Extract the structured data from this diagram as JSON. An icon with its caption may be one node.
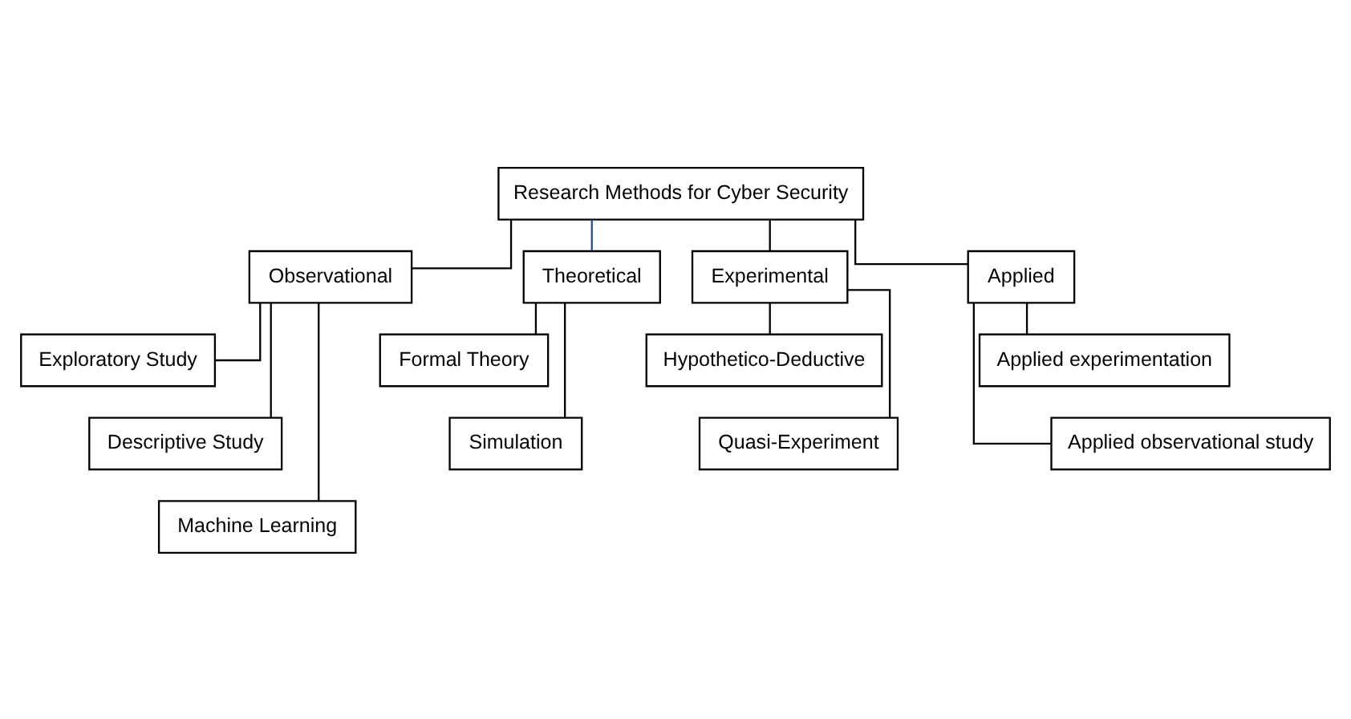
{
  "diagram": {
    "nodes": [
      {
        "text": [
          "Research Methods for Cyber Security"
        ]
      },
      {
        "text": [
          "Observational"
        ]
      },
      {
        "text": [
          "Theoretical"
        ]
      },
      {
        "text": [
          "Experimental"
        ]
      },
      {
        "text": [
          "Applied"
        ]
      },
      {
        "text": [
          "Exploratory Study"
        ]
      },
      {
        "text": [
          "Formal Theory"
        ]
      },
      {
        "text": [
          "Hypothetico-Deductive"
        ]
      },
      {
        "text": [
          "Applied experimentation"
        ]
      },
      {
        "text": [
          "Descriptive Study"
        ]
      },
      {
        "text": [
          "Simulation"
        ]
      },
      {
        "text": [
          "Quasi-Experiment"
        ]
      },
      {
        "text": [
          "Applied observational study"
        ]
      },
      {
        "text": [
          "Machine Learning"
        ]
      }
    ],
    "edges": [
      {
        "from": 0,
        "to": 1,
        "arrow": "none"
      },
      {
        "from": 0,
        "to": 2,
        "arrow": "none",
        "color": "#2f4f8f"
      },
      {
        "from": 0,
        "to": 3,
        "arrow": "none"
      },
      {
        "from": 0,
        "to": 4,
        "arrow": "none"
      },
      {
        "from": 1,
        "to": 5,
        "arrow": "none"
      },
      {
        "from": 1,
        "to": 9,
        "arrow": "none"
      },
      {
        "from": 1,
        "to": 13,
        "arrow": "none"
      },
      {
        "from": 2,
        "to": 6,
        "arrow": "none"
      },
      {
        "from": 2,
        "to": 10,
        "arrow": "none"
      },
      {
        "from": 3,
        "to": 7,
        "arrow": "none"
      },
      {
        "from": 3,
        "to": 11,
        "arrow": "none"
      },
      {
        "from": 4,
        "to": 8,
        "arrow": "none"
      },
      {
        "from": 4,
        "to": 12,
        "arrow": "none"
      }
    ]
  }
}
